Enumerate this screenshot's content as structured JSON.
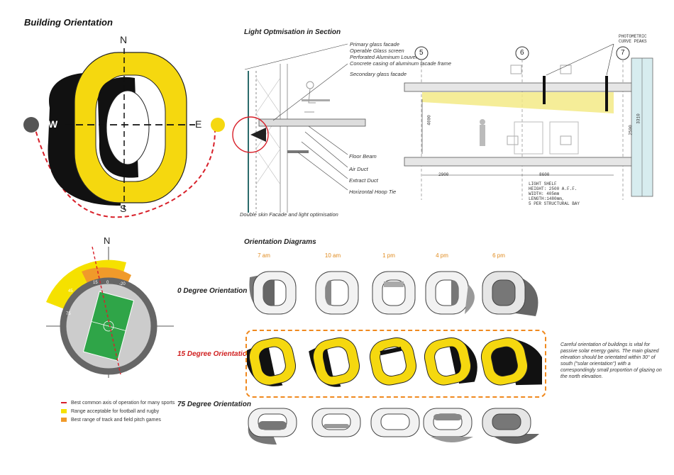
{
  "main_title": "Building Orientation",
  "compass_top": {
    "n": "N",
    "s": "S",
    "e": "E",
    "w": "W"
  },
  "section": {
    "title": "Light Optmisation in Section",
    "labels_top": [
      "Primary glass facade",
      "Operable Glass screen",
      "Perforated Aluminum Louvers",
      "Concrete casing of aluminum facade frame",
      "Secondary glass facade"
    ],
    "labels_bottom": [
      "Floor Beam",
      "Air Duct",
      "Extract Duct",
      "Horizontal Hoop Tie"
    ],
    "caption": "Double skin Facade and light optimisation",
    "grid_marks": [
      "5",
      "6",
      "7"
    ],
    "photometric": "PHOTOMETRIC CURVE PEAKS",
    "dims": [
      "4000",
      "2900",
      "8600",
      "2500",
      "3310"
    ],
    "lightshelf": [
      "LIGHT SHELF",
      "HEIGHT: 2500 A.F.F.",
      "WIDTH: 405mm",
      "LENGTH:1480mm,",
      "5 PER STRUCTURAL BAY"
    ]
  },
  "pitch": {
    "n": "N",
    "ticks": [
      "45",
      "15",
      "0",
      "-20",
      "75"
    ],
    "legend": [
      {
        "label": "Best common axis of operation for many sports",
        "color": "#d8202a"
      },
      {
        "label": "Range acceptable for football and rugby",
        "color": "#f5e100"
      },
      {
        "label": "Best range of track and field pitch games",
        "color": "#f09a2a"
      }
    ]
  },
  "orientation": {
    "title": "Orientation Diagrams",
    "times": [
      "7 am",
      "10 am",
      "1 pm",
      "4 pm",
      "6 pm"
    ],
    "rows": [
      "0 Degree Orientation",
      "15 Degree Orientation",
      "75 Degree Orientation"
    ],
    "note": "Careful orientation of buildings is vital for passive solar energy gains. The main glazed elevation should be orientated within 30° of south (\"solar orientation\") with a correspondingly small proportion of glazing on the north elevation."
  },
  "colors": {
    "accent_yellow": "#f5d80f",
    "accent_orange": "#f0891e",
    "accent_red": "#d8202a"
  }
}
